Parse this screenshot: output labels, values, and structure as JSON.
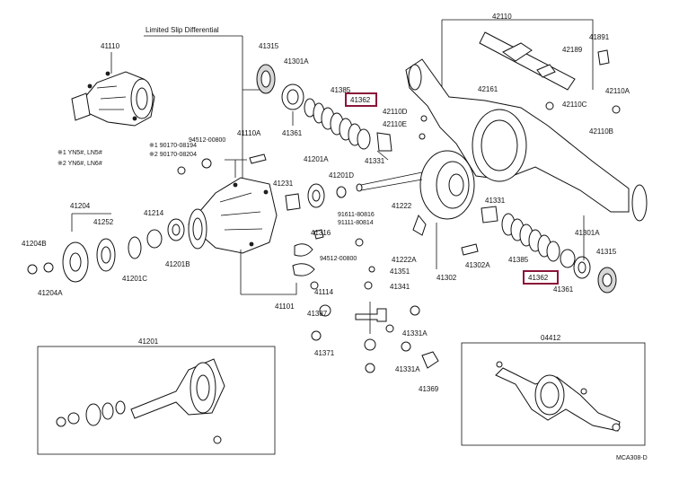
{
  "header": {
    "section_title": "Limited Slip Differential",
    "notes": [
      "※1 YN5#, LN5#",
      "※2 YN6#, LN6#"
    ]
  },
  "footer": {
    "code": "MCA308-D"
  },
  "parts": {
    "p41110": "41110",
    "p41315a": "41315",
    "p41301a_top": "41301A",
    "p41385a": "41385",
    "p41362a": "41362",
    "p41361a": "41361",
    "p41331a": "41331",
    "p94512a": "94512-00800",
    "p90170a": "※1 90170-08194",
    "p90170b": "※2 90170-08204",
    "p41110a": "41110A",
    "p41201a": "41201A",
    "p41231": "41231",
    "p41201d": "41201D",
    "p91611": "91611-80816",
    "p91111": "91111-80814",
    "p41222": "41222",
    "p41204": "41204",
    "p41252": "41252",
    "p41214": "41214",
    "p41204b": "41204B",
    "p41204a": "41204A",
    "p41201c": "41201C",
    "p41201b": "41201B",
    "p41316": "41316",
    "p94512b": "94512-00800",
    "p41222a": "41222A",
    "p41351": "41351",
    "p41341": "41341",
    "p41114": "41114",
    "p41101": "41101",
    "p41387": "41387",
    "p41371": "41371",
    "p41331a_b": "41331A",
    "p41369": "41369",
    "p41331a2": "41331A",
    "p41302": "41302",
    "p41302a": "41302A",
    "p42110": "42110",
    "p42189": "42189",
    "p41891": "41891",
    "p42161": "42161",
    "p42110d": "42110D",
    "p42110e": "42110E",
    "p42110a": "42110A",
    "p42110c": "42110C",
    "p42110b": "42110B",
    "p41331b": "41331",
    "p41301a_b": "41301A",
    "p41315b": "41315",
    "p41385b": "41385",
    "p41362b": "41362",
    "p41361b": "41361",
    "p41201": "41201",
    "p04412": "04412"
  }
}
